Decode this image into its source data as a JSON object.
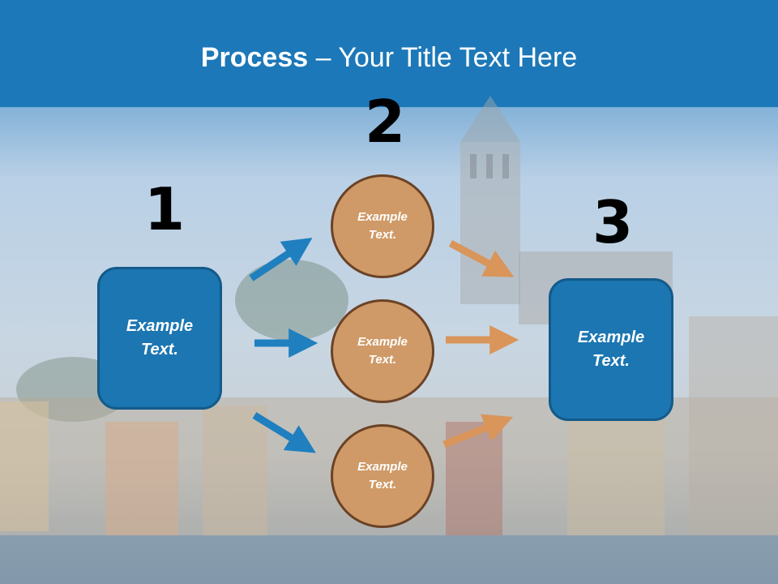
{
  "title": {
    "bold": "Process",
    "rest": " – Your Title Text Here"
  },
  "steps": {
    "n1": "1",
    "n2": "2",
    "n3": "3"
  },
  "left_box": {
    "text_line1": "Example",
    "text_line2": "Text."
  },
  "right_box": {
    "text_line1": "Example",
    "text_line2": "Text."
  },
  "circles": [
    {
      "line1": "Example",
      "line2": "Text."
    },
    {
      "line1": "Example",
      "line2": "Text."
    },
    {
      "line1": "Example",
      "line2": "Text."
    }
  ],
  "colors": {
    "blue": "#1b76b2",
    "orange": "#cf9a67",
    "arrow_blue": "#1f7fbf",
    "arrow_orange": "#d9955a"
  }
}
